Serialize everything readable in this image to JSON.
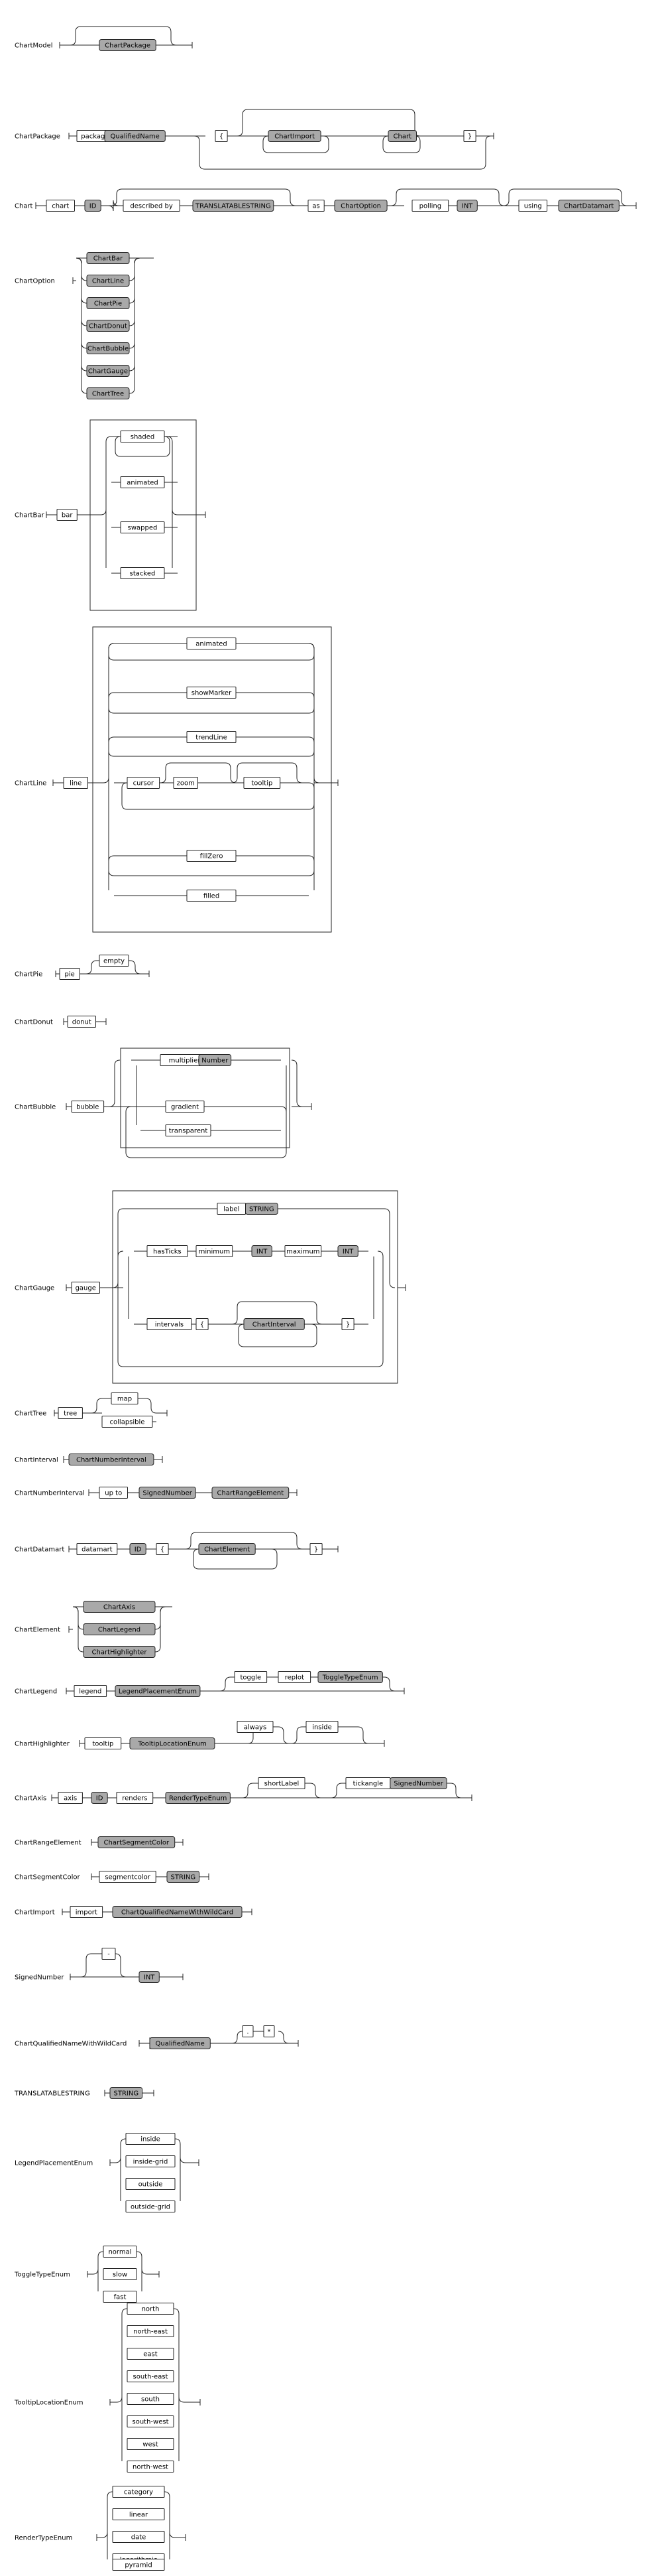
{
  "rules": [
    {
      "name": "ChartModel",
      "terminals": [],
      "nonterminals": [
        "ChartPackage"
      ]
    },
    {
      "name": "ChartPackage",
      "terminals": [
        "package",
        "{",
        "}"
      ],
      "nonterminals": [
        "QualifiedName",
        "ChartImport",
        "Chart"
      ]
    },
    {
      "name": "Chart",
      "terminals": [
        "chart",
        "described by",
        "as",
        "polling",
        "using"
      ],
      "nonterminals": [
        "ID",
        "TRANSLATABLESTRING",
        "ChartOption",
        "INT",
        "ChartDatamart"
      ]
    },
    {
      "name": "ChartOption",
      "terminals": [],
      "nonterminals": [
        "ChartBar",
        "ChartLine",
        "ChartPie",
        "ChartDonut",
        "ChartBubble",
        "ChartGauge",
        "ChartTree"
      ]
    },
    {
      "name": "ChartBar",
      "terminals": [
        "bar",
        "shaded",
        "animated",
        "swapped",
        "stacked"
      ],
      "nonterminals": []
    },
    {
      "name": "ChartLine",
      "terminals": [
        "line",
        "animated",
        "showMarker",
        "trendLine",
        "cursor",
        "zoom",
        "tooltip",
        "fillZero",
        "filled"
      ],
      "nonterminals": []
    },
    {
      "name": "ChartPie",
      "terminals": [
        "pie",
        "empty"
      ],
      "nonterminals": []
    },
    {
      "name": "ChartDonut",
      "terminals": [
        "donut"
      ],
      "nonterminals": []
    },
    {
      "name": "ChartBubble",
      "terminals": [
        "bubble",
        "multiplier",
        "gradient",
        "transparent"
      ],
      "nonterminals": [
        "Number"
      ]
    },
    {
      "name": "ChartGauge",
      "terminals": [
        "gauge",
        "label",
        "hasTicks",
        "minimum",
        "maximum",
        "intervals",
        "{",
        "}"
      ],
      "nonterminals": [
        "STRING",
        "INT",
        "INT",
        "ChartInterval"
      ]
    },
    {
      "name": "ChartTree",
      "terminals": [
        "tree",
        "map",
        "collapsible"
      ],
      "nonterminals": []
    },
    {
      "name": "ChartInterval",
      "terminals": [],
      "nonterminals": [
        "ChartNumberInterval"
      ]
    },
    {
      "name": "ChartNumberInterval",
      "terminals": [
        "up to"
      ],
      "nonterminals": [
        "SignedNumber",
        "ChartRangeElement"
      ]
    },
    {
      "name": "ChartDatamart",
      "terminals": [
        "datamart",
        "{",
        "}"
      ],
      "nonterminals": [
        "ID",
        "ChartElement"
      ]
    },
    {
      "name": "ChartElement",
      "terminals": [],
      "nonterminals": [
        "ChartAxis",
        "ChartLegend",
        "ChartHighlighter"
      ]
    },
    {
      "name": "ChartLegend",
      "terminals": [
        "legend",
        "toggle",
        "replot"
      ],
      "nonterminals": [
        "LegendPlacementEnum",
        "ToggleTypeEnum"
      ]
    },
    {
      "name": "ChartHighlighter",
      "terminals": [
        "tooltip",
        "always",
        "inside"
      ],
      "nonterminals": [
        "TooltipLocationEnum"
      ]
    },
    {
      "name": "ChartAxis",
      "terminals": [
        "axis",
        "renders",
        "shortLabel",
        "tickangle"
      ],
      "nonterminals": [
        "ID",
        "RenderTypeEnum",
        "SignedNumber"
      ]
    },
    {
      "name": "ChartRangeElement",
      "terminals": [],
      "nonterminals": [
        "ChartSegmentColor"
      ]
    },
    {
      "name": "ChartSegmentColor",
      "terminals": [
        "segmentcolor"
      ],
      "nonterminals": [
        "STRING"
      ]
    },
    {
      "name": "ChartImport",
      "terminals": [
        "import"
      ],
      "nonterminals": [
        "ChartQualifiedNameWithWildCard"
      ]
    },
    {
      "name": "SignedNumber",
      "terminals": [
        "-"
      ],
      "nonterminals": [
        "INT"
      ]
    },
    {
      "name": "ChartQualifiedNameWithWildCard",
      "terminals": [
        ".",
        "*"
      ],
      "nonterminals": [
        "QualifiedName"
      ]
    },
    {
      "name": "TRANSLATABLESTRING",
      "terminals": [],
      "nonterminals": [
        "STRING"
      ]
    },
    {
      "name": "LegendPlacementEnum",
      "terminals": [
        "inside",
        "inside-grid",
        "outside",
        "outside-grid"
      ],
      "nonterminals": []
    },
    {
      "name": "ToggleTypeEnum",
      "terminals": [
        "normal",
        "slow",
        "fast"
      ],
      "nonterminals": []
    },
    {
      "name": "TooltipLocationEnum",
      "terminals": [
        "north",
        "north-east",
        "east",
        "south-east",
        "south",
        "south-west",
        "west",
        "north-west"
      ],
      "nonterminals": []
    },
    {
      "name": "RenderTypeEnum",
      "terminals": [
        "category",
        "linear",
        "date",
        "logarithmic",
        "pyramid"
      ],
      "nonterminals": []
    }
  ]
}
